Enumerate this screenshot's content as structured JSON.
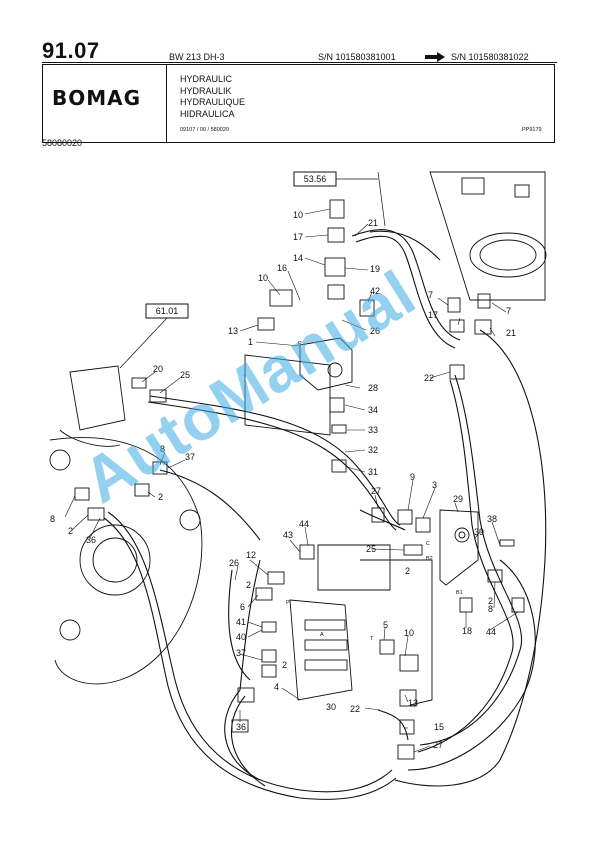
{
  "header": {
    "section": "91.07",
    "model": "BW 213 DH-3",
    "sn_from": "S/N 101580381001",
    "sn_to": "S/N 101580381022",
    "logo_text": "BOMAG",
    "titles": [
      "HYDRAULIC",
      "HYDRAULIK",
      "HYDRAULIQUE",
      "HIDRAULICA"
    ],
    "doc_ref": "09107 / 00 / 580020",
    "page_code": "PP9179",
    "part_number": "58080020"
  },
  "references": [
    "53.56",
    "61.01"
  ],
  "callouts": [
    {
      "label": "10"
    },
    {
      "label": "21"
    },
    {
      "label": "17"
    },
    {
      "label": "14"
    },
    {
      "label": "19"
    },
    {
      "label": "10"
    },
    {
      "label": "16"
    },
    {
      "label": "42"
    },
    {
      "label": "7"
    },
    {
      "label": "7"
    },
    {
      "label": "17"
    },
    {
      "label": "21"
    },
    {
      "label": "13"
    },
    {
      "label": "1"
    },
    {
      "label": "26"
    },
    {
      "label": "20"
    },
    {
      "label": "25"
    },
    {
      "label": "22"
    },
    {
      "label": "28"
    },
    {
      "label": "34"
    },
    {
      "label": "33"
    },
    {
      "label": "32"
    },
    {
      "label": "31"
    },
    {
      "label": "8"
    },
    {
      "label": "37"
    },
    {
      "label": "2"
    },
    {
      "label": "9"
    },
    {
      "label": "3"
    },
    {
      "label": "27"
    },
    {
      "label": "29"
    },
    {
      "label": "8"
    },
    {
      "label": "2"
    },
    {
      "label": "36"
    },
    {
      "label": "43"
    },
    {
      "label": "44"
    },
    {
      "label": "25"
    },
    {
      "label": "38"
    },
    {
      "label": "39"
    },
    {
      "label": "12"
    },
    {
      "label": "26"
    },
    {
      "label": "2"
    },
    {
      "label": "6"
    },
    {
      "label": "41"
    },
    {
      "label": "40"
    },
    {
      "label": "5"
    },
    {
      "label": "10"
    },
    {
      "label": "37"
    },
    {
      "label": "4"
    },
    {
      "label": "2"
    },
    {
      "label": "18"
    },
    {
      "label": "8"
    },
    {
      "label": "44"
    },
    {
      "label": "36"
    },
    {
      "label": "30"
    },
    {
      "label": "22"
    },
    {
      "label": "13"
    },
    {
      "label": "15"
    },
    {
      "label": "27"
    },
    {
      "label": "2"
    },
    {
      "label": "2"
    }
  ],
  "port_labels": [
    "P",
    "T",
    "A",
    "C",
    "B2",
    "B1",
    "P"
  ],
  "watermark": "AutoManual",
  "colors": {
    "ink": "#111111",
    "watermark": "#3caae1"
  }
}
